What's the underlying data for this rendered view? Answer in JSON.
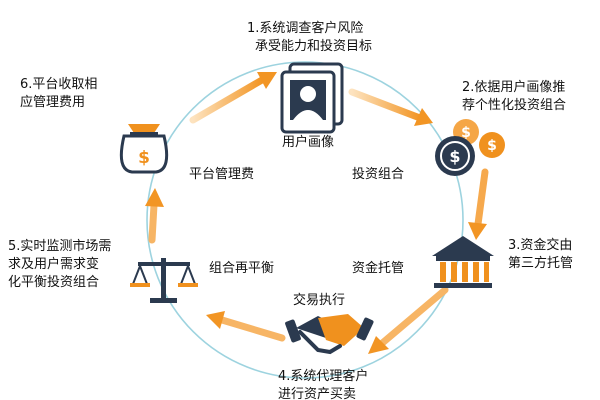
{
  "colors": {
    "circle": "#9dd3df",
    "arrow_light": "#fbc98b",
    "arrow_dark": "#f29524",
    "icon_dark": "#2b3a4f",
    "icon_orange": "#f0911e",
    "text": "#111111"
  },
  "steps": [
    {
      "line1": "1.系统调查客户风险",
      "line2": "承受能力和投资目标"
    },
    {
      "line1": "2.依据用户画像推",
      "line2": "荐个性化投资组合"
    },
    {
      "line1": "3.资金交由",
      "line2": "第三方托管"
    },
    {
      "line1": "4.系统代理客户",
      "line2": "进行资产买卖"
    },
    {
      "line1": "5.实时监测市场需",
      "line2": "求及用户需求变",
      "line3": "化平衡投资组合"
    },
    {
      "line1": "6.平台收取相",
      "line2": "应管理费用"
    }
  ],
  "inner_labels": {
    "user_profile": "用户画像",
    "portfolio": "投资组合",
    "custody": "资金托管",
    "execution": "交易执行",
    "rebalance": "组合再平衡",
    "management_fee": "平台管理费"
  },
  "icons": {
    "user_profile": "user-profile-document-icon",
    "portfolio": "coins-icon",
    "custody": "bank-building-icon",
    "execution": "handshake-icon",
    "rebalance": "balance-scale-icon",
    "management_fee": "money-bag-icon"
  }
}
